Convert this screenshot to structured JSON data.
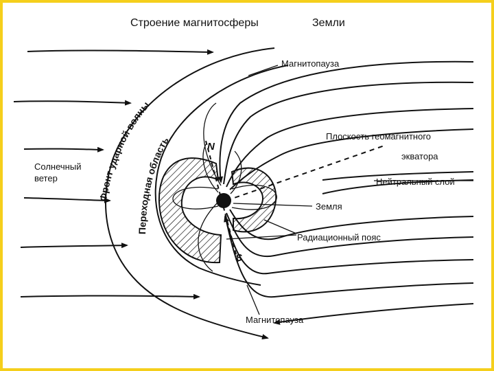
{
  "title_left": "Строение   магнитосферы",
  "title_right": "Земли",
  "labels": {
    "magnetopause_top": "Магнитопауза",
    "magnetopause_bottom": "Магнитопауза",
    "plane_line1": "Плоскость геомагнитного",
    "plane_line2": "экватора",
    "neutral_layer": "Нейтральный слой",
    "earth": "Земля",
    "radiation_belt": "Радиационный пояс",
    "solar_wind_line1": "Солнечный",
    "solar_wind_line2": "ветер",
    "shock_front": "Фронт ударной волны",
    "transition_region": "Переходная область",
    "pole_n": "N",
    "pole_s": "S"
  },
  "colors": {
    "frame": "#f5cf1c",
    "ink": "#111111"
  }
}
